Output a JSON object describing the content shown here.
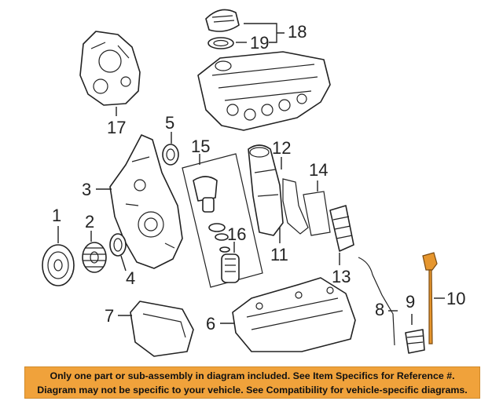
{
  "callouts": {
    "c1": "1",
    "c2": "2",
    "c3": "3",
    "c4": "4",
    "c5": "5",
    "c6": "6",
    "c7": "7",
    "c8": "8",
    "c9": "9",
    "c10": "10",
    "c11": "11",
    "c12": "12",
    "c13": "13",
    "c14": "14",
    "c15": "15",
    "c16": "16",
    "c17": "17",
    "c18": "18",
    "c19": "19"
  },
  "banner": {
    "line1": "Only one part or sub-assembly in diagram included. See Item Specifics for Reference #.",
    "line2": "Diagram may not be specific to your vehicle. See Compatibility for vehicle-specific diagrams."
  },
  "colors": {
    "banner": "#f0a23b",
    "dipstick": "#e6962e"
  }
}
